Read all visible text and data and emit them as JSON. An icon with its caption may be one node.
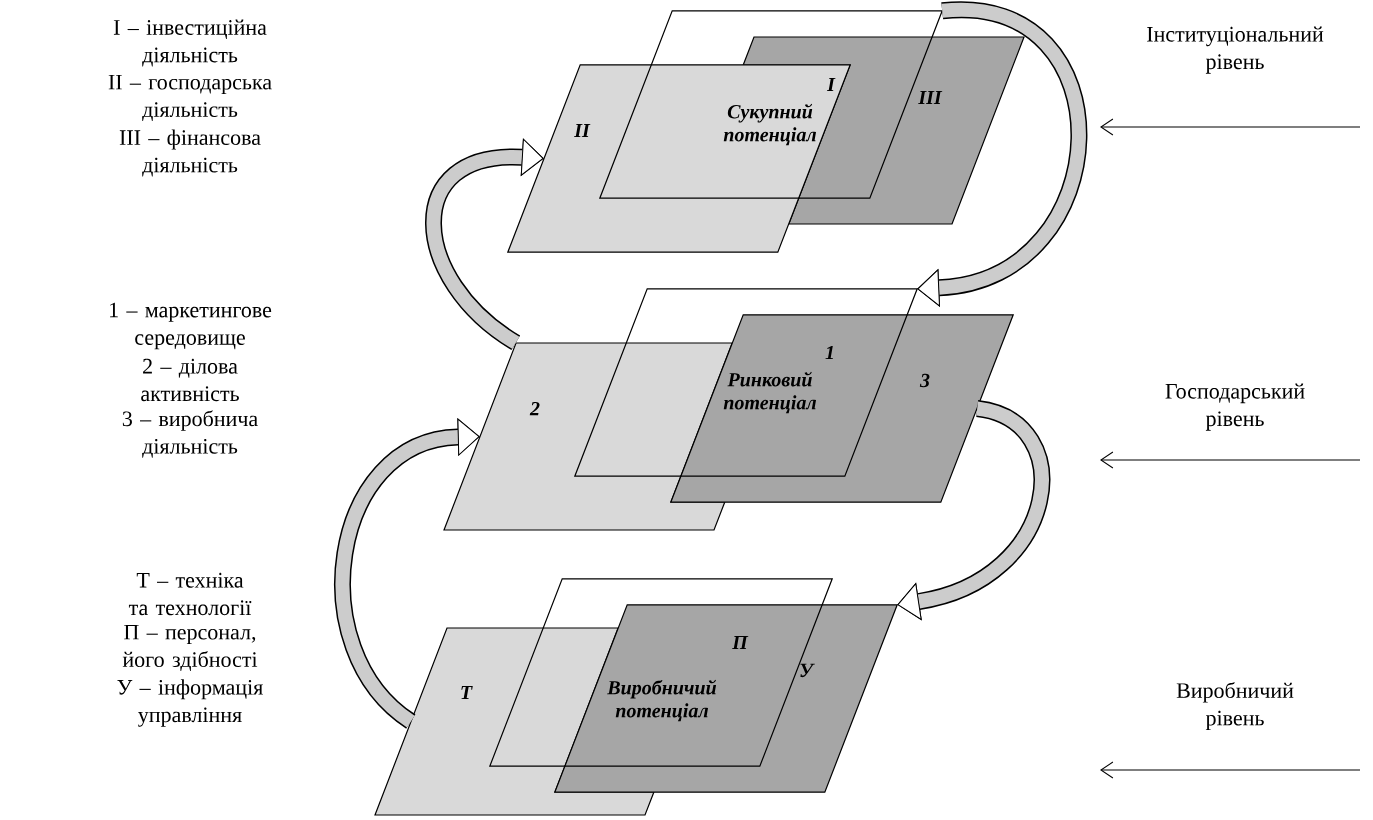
{
  "diagram": {
    "nodes": [
      {
        "text": [
          "II"
        ]
      },
      {
        "text": [
          "I",
          "Сукупний потенціал"
        ]
      },
      {
        "text": [
          "III"
        ]
      },
      {
        "text": [
          "2"
        ]
      },
      {
        "text": [
          "1",
          "Ринковий потенціал"
        ]
      },
      {
        "text": [
          "3"
        ]
      },
      {
        "text": [
          "Т"
        ]
      },
      {
        "text": [
          "П",
          "Виробничий потенціал"
        ]
      },
      {
        "text": [
          "У"
        ]
      }
    ],
    "edges": [
      {
        "from": 3,
        "to": 0,
        "arrow": "to"
      },
      {
        "from": 6,
        "to": 3,
        "arrow": "to"
      },
      {
        "from": 1,
        "to": 4,
        "arrow": "to"
      },
      {
        "from": 5,
        "to": 8,
        "arrow": "to"
      }
    ],
    "labels": [
      "I – інвестиційна діяльність",
      "II – господарська діяльність",
      "III – фінансова діяльність",
      "1 – маркетингове середовище",
      "2 – ділова активність",
      "3 – виробнича діяльність",
      "Т – техніка та технології",
      "П – персонал, його здібності",
      "У – інформація управління",
      "Інституціональний рівень",
      "Господарський рівень",
      "Виробничий рівень"
    ]
  }
}
